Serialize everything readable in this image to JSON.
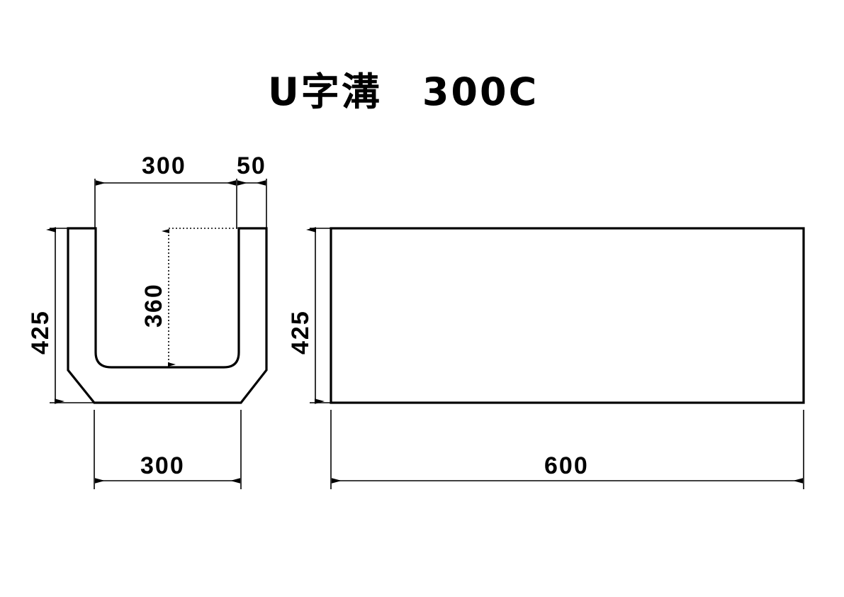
{
  "document": {
    "title": "U字溝　300C",
    "title_product": "U字溝",
    "title_size": "300C",
    "background_color": "#ffffff",
    "line_color": "#000000"
  },
  "views": {
    "cross_section": {
      "name": "cross-section-view",
      "dimensions": {
        "inner_width": "300",
        "wall_thickness": "50",
        "overall_height": "425",
        "inner_depth": "360",
        "bottom_width": "300"
      }
    },
    "side_elevation": {
      "name": "side-elevation-view",
      "dimensions": {
        "height": "425",
        "length": "600"
      }
    }
  },
  "labels": {
    "top_inner_width": "300",
    "top_wall_thickness": "50",
    "left_height": "425",
    "inner_depth": "360",
    "bottom_width": "300",
    "right_height": "425",
    "right_length": "600"
  }
}
